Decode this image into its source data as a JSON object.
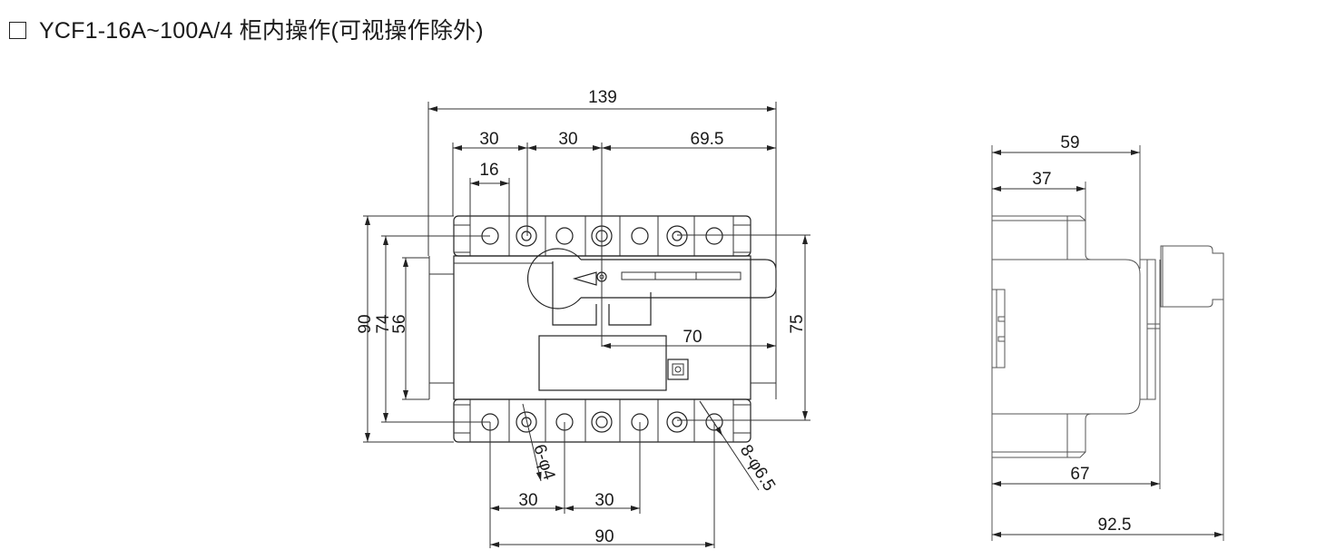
{
  "title": {
    "checkbox_icon": "empty-square-icon",
    "text": "YCF1-16A~100A/4  柜内操作(可视操作除外)"
  },
  "front_view": {
    "dimensions": {
      "overall_width": "139",
      "top_pitch_1": "30",
      "top_pitch_2": "30",
      "handle_offset": "69.5",
      "terminal_width": "16",
      "overall_height": "90",
      "mount_height": "74",
      "body_height": "56",
      "right_height": "75",
      "handle_to_edge": "70",
      "bottom_pitch_1": "30",
      "bottom_pitch_2": "30",
      "mount_spacing": "90",
      "small_holes": "6-φ4",
      "large_holes": "8-φ6.5"
    }
  },
  "side_view": {
    "dimensions": {
      "body_depth": "59",
      "terminal_depth": "37",
      "shaft_depth": "67",
      "overall_depth": "92.5"
    }
  }
}
